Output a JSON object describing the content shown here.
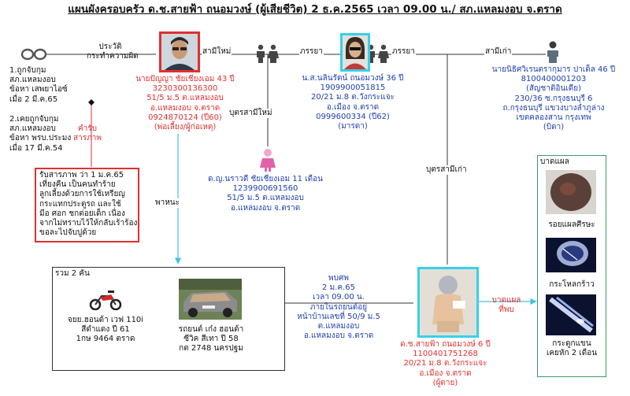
{
  "title": "แผนผังครอบครัว ด.ช.สายฟ้า ถนอมวงษ์ (ผู้เสียชีวิต) 2 ธ.ค.2565 เวลา 09.00 น./ สภ.แหลมงอบ จ.ตราด",
  "suspect": {
    "lines": [
      "นายปัญญา ชัยเชียงเอม 43 ปี",
      "3230300136300",
      "51/5 ม.5 ต.แหลมงอบ",
      "อ.แหลมงอบ จ.ตราด",
      "0924870124 (ปี60)",
      "(พ่อเลี้ยง/ผู้ก่อเหตุ)"
    ]
  },
  "history": {
    "label_lines": [
      "ประวัติ",
      "กระทำความผิด"
    ],
    "records_1": [
      "1.ถูกจับกุม",
      "สภ.แหลมงอบ",
      "ข้อหา เสพยาไอซ์",
      "เมื่อ 2 มี.ค.65"
    ],
    "records_2": [
      "2.เคยถูกจับกุม",
      "สภ.แหลมงอบ",
      "ข้อหา พรบ.ประมง",
      "เมื่อ 17 มี.ค.54"
    ]
  },
  "confession": {
    "label_lines": [
      "คำรับ",
      "สารภาพ"
    ],
    "text_lines": [
      "รับสารภาพ ว่า 1 ม.ค.65",
      "เที่ยงคืน เป็นคนทำร้าย",
      "ลูกเลี้ยงด้วยการใช้เหรียญ",
      "กระแทกประตูรถ และใช้",
      "มือ ศอก ชกต่อยเด็ก เนื่อง",
      "จากไม่ทราบไว้ให้กลับเร้าร้อง",
      "ขอละไปจับปูด้วย"
    ]
  },
  "wife": {
    "lines": [
      "น.ส.นลินรัตน์ ถนอมวงษ์ 36 ปี",
      "1909900051815",
      "20/21 ม.8 ต.วังกระแจะ",
      "อ.เมือง จ.ตราด",
      "0999600334 (ปี62)",
      "(มารดา)"
    ]
  },
  "ex_husband": {
    "lines": [
      "นายนิธิศวิเรนตรากุมาร ปาเต็ล 46 ปี",
      "8100400001203",
      "(สัญชาติอินเดีย)",
      "230/36 ซ.กรุงธนบุรี 6",
      "ถ.กรุงธนบุรี แขวงบางลำภูล่าง",
      "เขตคลองสาน กรุงเทพ",
      "(บิดา)"
    ]
  },
  "daughter": {
    "lines": [
      "ด.ญ.นราวดี ชัยเชียงเอม 11 เดือน",
      "1239900691560",
      "51/5 ม.5 ต.แหลมงอบ",
      "อ.แหลมงอบ จ.ตราด"
    ]
  },
  "victim": {
    "lines": [
      "ด.ช.สายฟ้า ถนอมวงษ์ 6 ปี",
      "1100401751268",
      "20/21 ม.8 ต.วังกระแจะ",
      "อ.เมือง จ.ตราด",
      "(ผู้ตาย)"
    ]
  },
  "discovery": {
    "lines": [
      "พบศพ",
      "2 ม.ค.65",
      "เวลา 09.00 น.",
      "ภายในรถยนต์อยู่",
      "หน้าบ้านเลขที่ 50/9 ม.5",
      "ต.แหลมงอบ",
      "อ.แหลมงอบ จ.ตราด"
    ]
  },
  "relations": {
    "new_husband": "สามีใหม่",
    "wife_left": "ภรรยา",
    "wife_right": "ภรรยา",
    "ex_husband": "สามีเก่า",
    "child_new": "บุตรสามีใหม่",
    "child_ex": "บุตรสามีเก่า",
    "vehicle": "พาหนะ",
    "wounds_found": [
      "บาดแผล",
      "ที่พบ"
    ]
  },
  "vehicles": {
    "box_label": "รวม 2 คัน",
    "motorcycle_lines": [
      "จยย.ฮอนด้า เวฟ 110i",
      "สีดำแดง ปี 61",
      "1กษ 9464 ตราด"
    ],
    "car_lines": [
      "รถยนต์ เก๋ง ฮอนด้า",
      "ซีวิค สีเทา ปี 58",
      "กต 2748 นครปฐม"
    ]
  },
  "wounds": {
    "box_label": "บาดแผล",
    "items": [
      {
        "caption_lines": [
          "รอยแผลศีรษะ"
        ]
      },
      {
        "caption_lines": [
          "กระโหลกร้าว"
        ]
      },
      {
        "caption_lines": [
          "กระดูกแขน",
          "เคยหัก 2 เดือน"
        ]
      }
    ]
  },
  "colors": {
    "accent_red": "#e03030",
    "text_blue": "#1f3fb0",
    "connector_cyan": "#45c0de",
    "photo_frame_cyan": "#35d0ee",
    "wounds_frame_green": "#3a9a6a"
  }
}
